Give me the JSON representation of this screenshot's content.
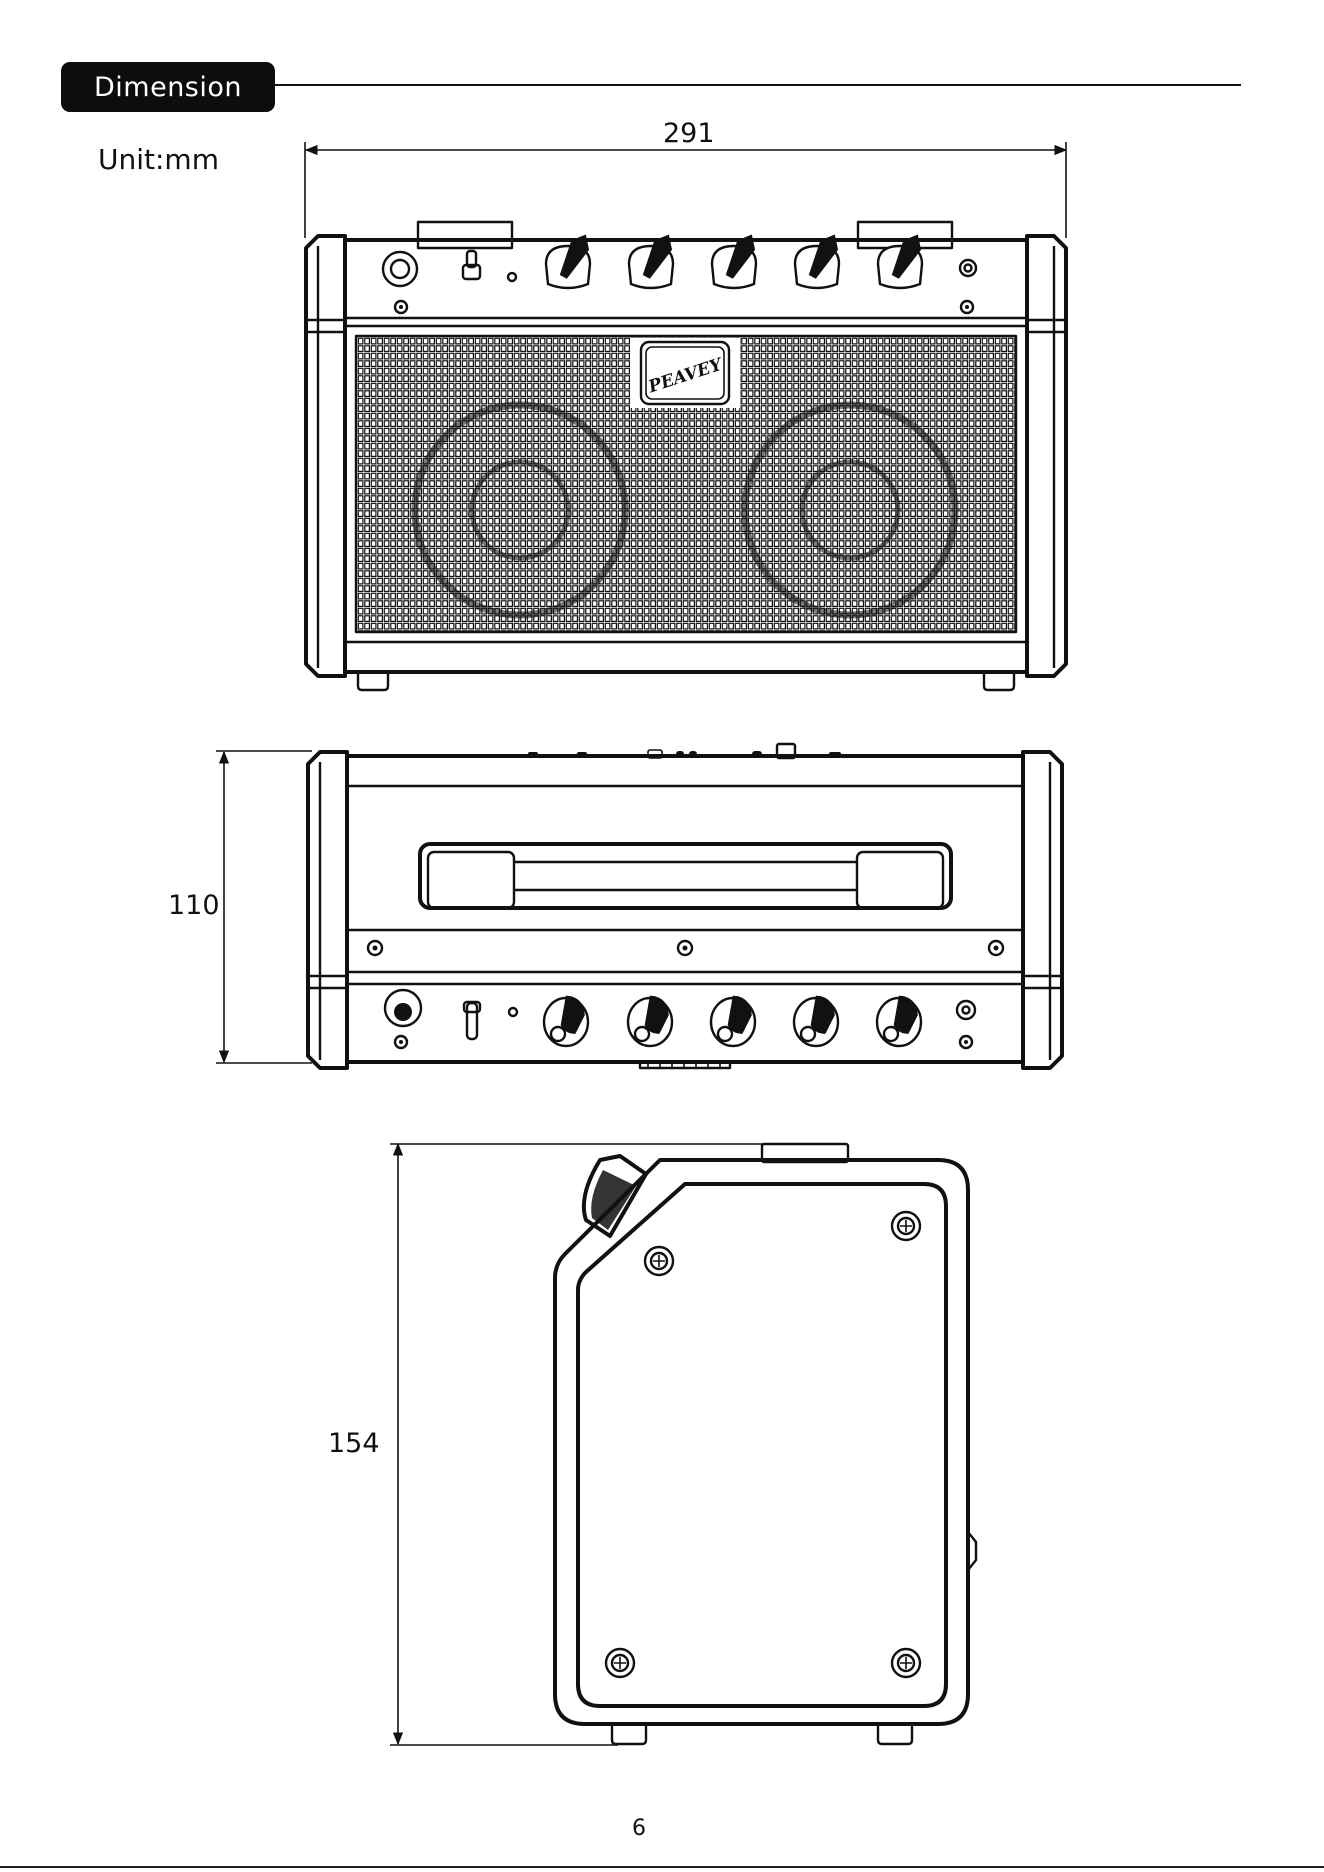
{
  "section": {
    "title": "Dimension"
  },
  "unit": "Unit:mm",
  "dimensions": {
    "width": "291",
    "height": "110",
    "depth": "154"
  },
  "logo": "PEAVEY",
  "page_number": "6"
}
